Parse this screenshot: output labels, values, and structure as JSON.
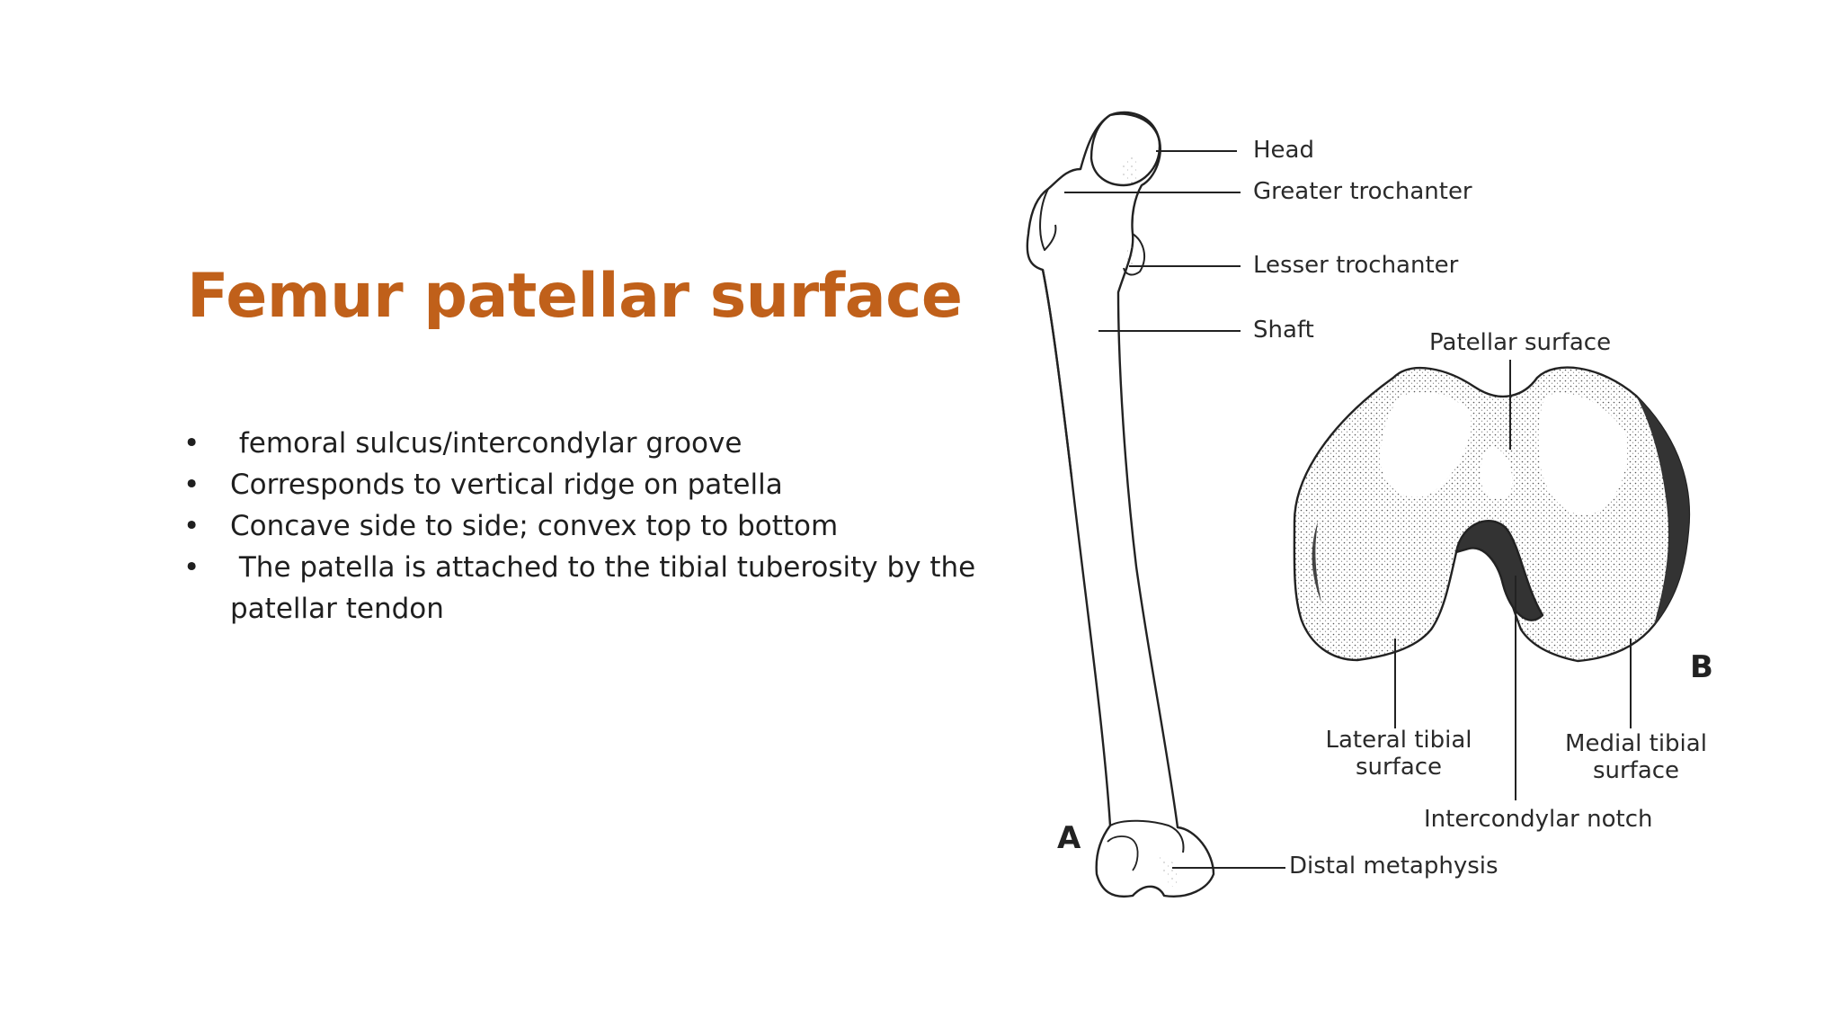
{
  "slide": {
    "title": "Femur patellar surface",
    "bullets": [
      " femoral sulcus/intercondylar groove",
      "Corresponds to vertical ridge on patella",
      "Concave side to side; convex top to bottom",
      " The patella is attached to the tibial tuberosity by the patellar tendon"
    ],
    "bullet_glyph": "•",
    "title_color": "#c0601a"
  },
  "diagram": {
    "femur_labels": {
      "head": "Head",
      "greater_trochanter": "Greater trochanter",
      "lesser_trochanter": "Lesser trochanter",
      "shaft": "Shaft",
      "distal_metaphysis": "Distal metaphysis"
    },
    "distal_labels": {
      "patellar_surface": "Patellar surface",
      "lateral_tibial_surface": "Lateral tibial surface",
      "medial_tibial_surface": "Medial tibial surface",
      "intercondylar_notch": "Intercondylar notch"
    },
    "panel_letters": {
      "a": "A",
      "b": "B"
    }
  }
}
